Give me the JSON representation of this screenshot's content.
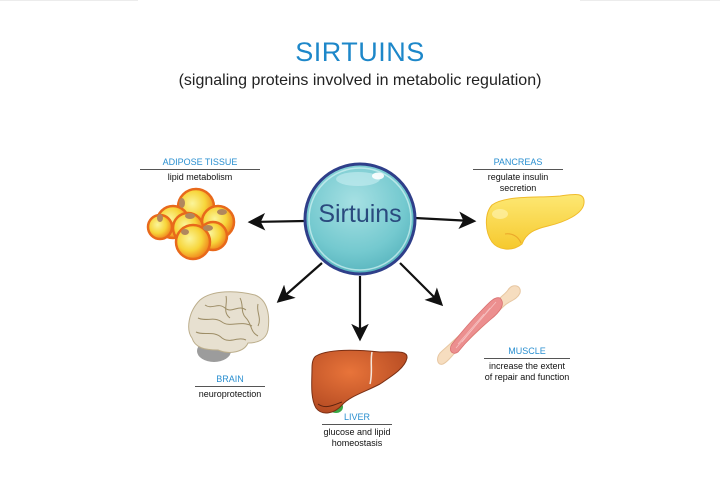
{
  "title": "SIRTUINS",
  "subtitle": "(signaling proteins involved in metabolic regulation)",
  "hub": {
    "label": "Sirtuins",
    "icon": "sphere-icon"
  },
  "organs": [
    {
      "id": "adipose",
      "name": "ADIPOSE TISSUE",
      "function": "lipid metabolism",
      "icon": "fat-cells-icon"
    },
    {
      "id": "pancreas",
      "name": "PANCREAS",
      "function_lines": [
        "regulate insulin",
        "secretion"
      ],
      "icon": "pancreas-icon"
    },
    {
      "id": "brain",
      "name": "BRAIN",
      "function": "neuroprotection",
      "icon": "brain-icon"
    },
    {
      "id": "liver",
      "name": "LIVER",
      "function_lines": [
        "glucose and lipid",
        "homeostasis"
      ],
      "icon": "liver-icon"
    },
    {
      "id": "muscle",
      "name": "MUSCLE",
      "function_lines": [
        "increase the extent",
        "of repair and function"
      ],
      "icon": "muscle-icon"
    }
  ],
  "colors": {
    "title": "#1d87c9",
    "label_head": "#2a8fd0",
    "hub_fill": "#7fcfd3",
    "hub_border": "#2f3f8a",
    "hub_text": "#2a4a7e"
  }
}
